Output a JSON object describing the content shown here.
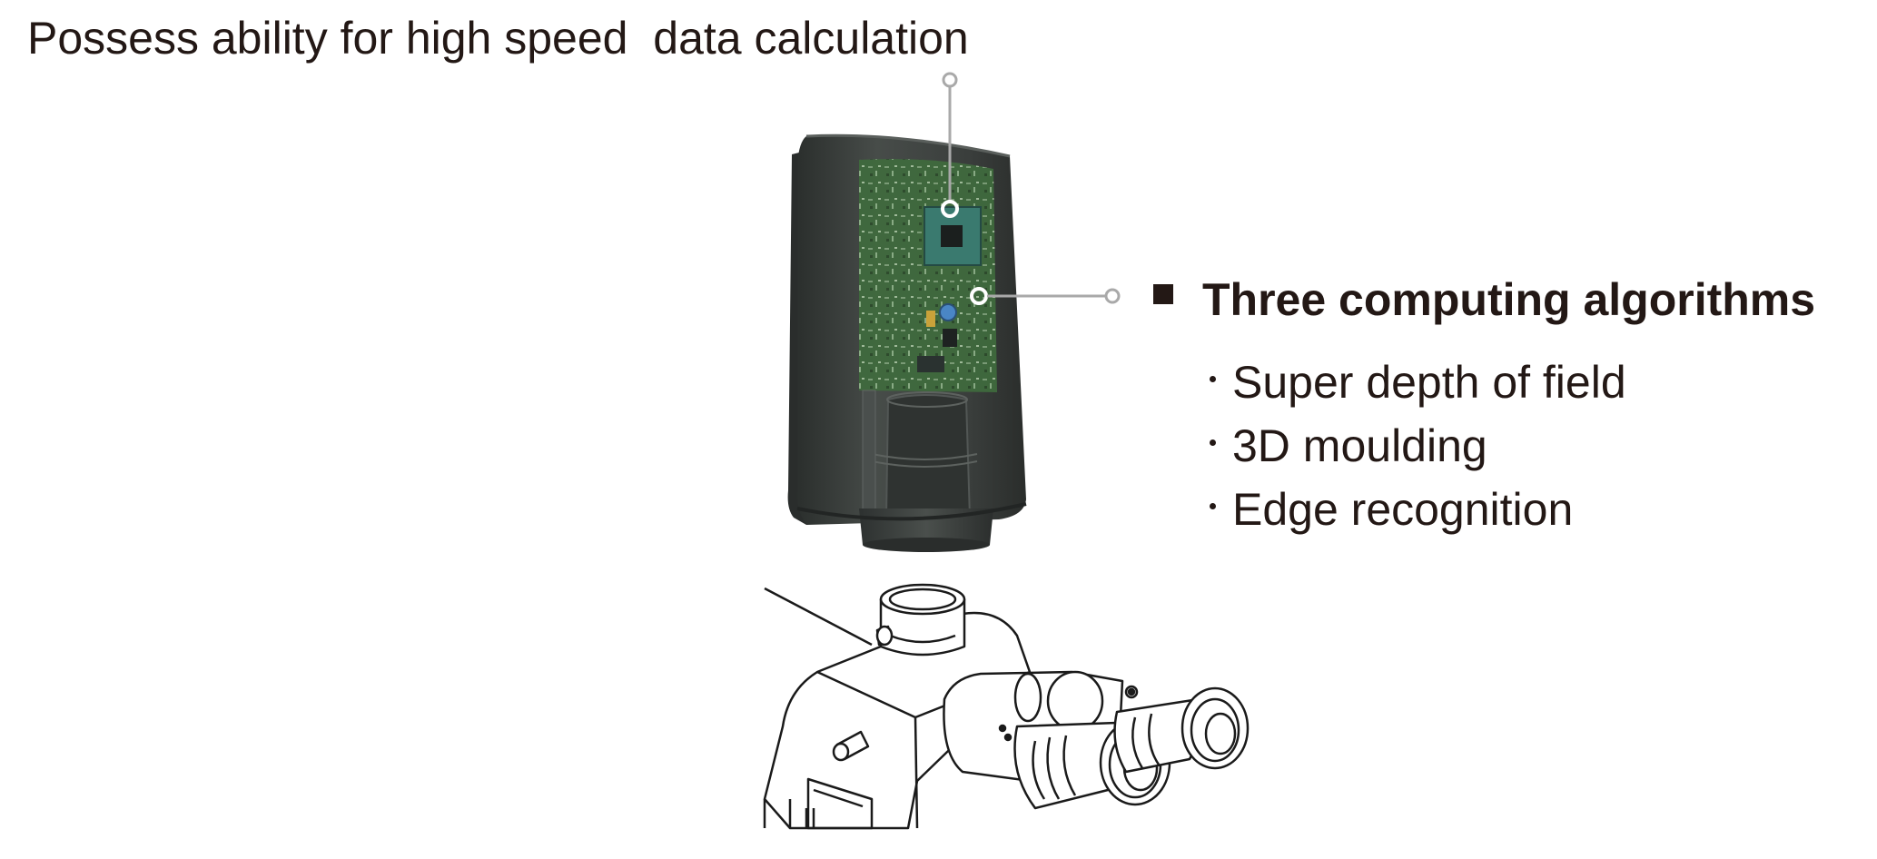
{
  "headline": "Possess ability for high speed  data calculation",
  "features": {
    "heading": "Three computing algorithms",
    "items": [
      "Super depth of field",
      "3D moulding",
      "Edge recognition"
    ]
  },
  "colors": {
    "text": "#231815",
    "camera_body": "#3b3f3d",
    "circuit_board": "#3f6b3d",
    "callout_line": "#a9a9a9",
    "outline": "#1a1a1a"
  }
}
